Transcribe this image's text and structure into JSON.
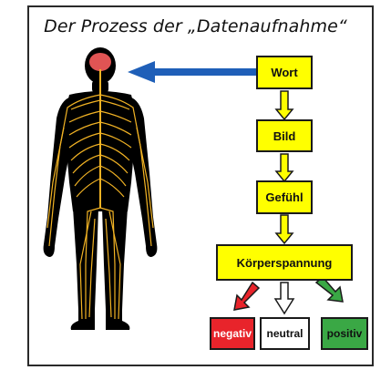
{
  "title": "Der Prozess der „Datenaufnahme“",
  "flow": {
    "steps": [
      "Wort",
      "Bild",
      "Gefühl",
      "Körperspannung"
    ],
    "outcomes": [
      "negativ",
      "neutral",
      "positiv"
    ]
  },
  "colors": {
    "box_fill": "#ffff00",
    "arrow_blue": "#1f5fb8",
    "negativ": "#e8242b",
    "neutral": "#ffffff",
    "positiv": "#3aa845",
    "nerves": "#f2b324",
    "brain": "#e05454"
  }
}
